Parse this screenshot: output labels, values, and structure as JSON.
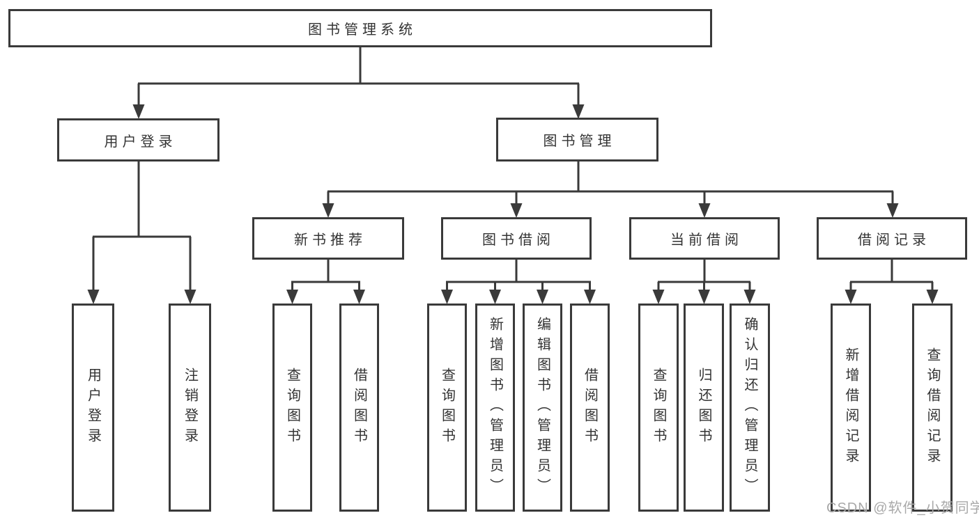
{
  "diagram": {
    "title": "图书管理系统",
    "line_color": "#3a3a3a",
    "text_color": "#333333",
    "root": {
      "label": "图书管理系统"
    },
    "level1": [
      {
        "label": "用户登录"
      },
      {
        "label": "图书管理"
      }
    ],
    "level2": [
      {
        "label": "新书推荐"
      },
      {
        "label": "图书借阅"
      },
      {
        "label": "当前借阅"
      },
      {
        "label": "借阅记录"
      }
    ],
    "leaves": {
      "user_login": [
        "用户登录",
        "注销登录"
      ],
      "new_book_recommend": [
        "查询图书",
        "借阅图书"
      ],
      "book_borrow": [
        "查询图书",
        "新增图书（管理员）",
        "编辑图书（管理员）",
        "借阅图书"
      ],
      "current_borrow": [
        "查询图书",
        "归还图书",
        "确认归还（管理员）"
      ],
      "borrow_records": [
        "新增借阅记录",
        "查询借阅记录"
      ]
    }
  },
  "watermark": {
    "text": "CSDN @软件_小贺同学",
    "color": "#a9a9a9"
  }
}
